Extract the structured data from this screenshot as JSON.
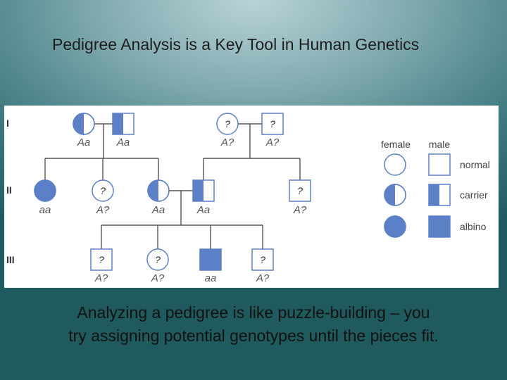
{
  "title": "Pedigree Analysis is a Key Tool in Human Genetics",
  "caption": {
    "line1": "Analyzing a pedigree is like puzzle-building – you",
    "line2": "try assigning potential genotypes until the pieces fit."
  },
  "colors": {
    "affected": "#5b80c8",
    "outline": "#5b80c8",
    "line": "#555555"
  },
  "generations": [
    "I",
    "II",
    "III"
  ],
  "legend": {
    "female_header": "female",
    "male_header": "male",
    "rows": [
      "normal",
      "carrier",
      "albino"
    ]
  },
  "pedigree": {
    "gen1": [
      {
        "sex": "female",
        "status": "carrier",
        "genotype": "Aa"
      },
      {
        "sex": "male",
        "status": "carrier",
        "genotype": "Aa"
      },
      {
        "sex": "female",
        "status": "unknown",
        "symbol": "?",
        "genotype": "A?"
      },
      {
        "sex": "male",
        "status": "unknown",
        "symbol": "?",
        "genotype": "A?"
      }
    ],
    "gen2": [
      {
        "sex": "female",
        "status": "affected",
        "genotype": "aa"
      },
      {
        "sex": "female",
        "status": "unknown",
        "symbol": "?",
        "genotype": "A?"
      },
      {
        "sex": "female",
        "status": "carrier",
        "genotype": "Aa"
      },
      {
        "sex": "male",
        "status": "carrier",
        "genotype": "Aa"
      },
      {
        "sex": "male",
        "status": "unknown",
        "symbol": "?",
        "genotype": "A?"
      }
    ],
    "gen3": [
      {
        "sex": "male",
        "status": "unknown",
        "symbol": "?",
        "genotype": "A?"
      },
      {
        "sex": "female",
        "status": "unknown",
        "symbol": "?",
        "genotype": "A?"
      },
      {
        "sex": "male",
        "status": "affected",
        "genotype": "aa"
      },
      {
        "sex": "male",
        "status": "unknown",
        "symbol": "?",
        "genotype": "A?"
      }
    ]
  }
}
